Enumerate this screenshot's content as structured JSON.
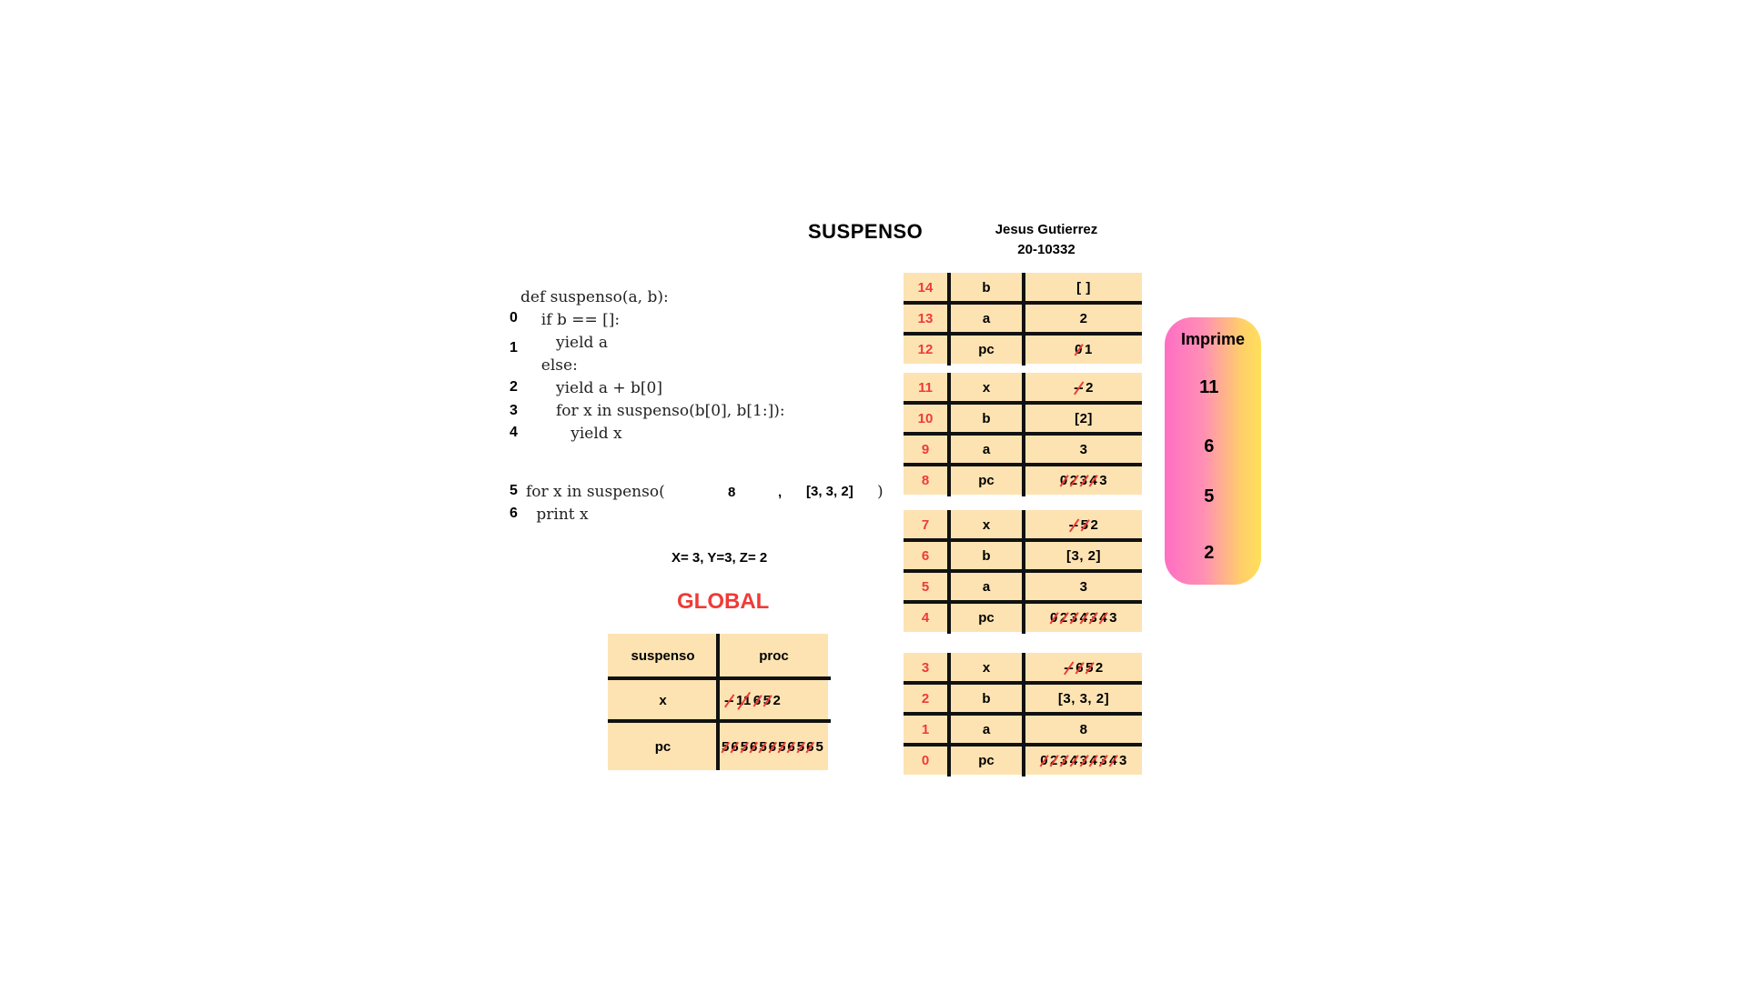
{
  "title": "SUSPENSO",
  "author": {
    "name": "Jesus Gutierrez",
    "id": "20-10332"
  },
  "code": {
    "lines": [
      {
        "num": "",
        "text": "def suspenso(a, b):"
      },
      {
        "num": "0",
        "text": "  if b == []:"
      },
      {
        "num": "1",
        "text": "     yield a"
      },
      {
        "num": "",
        "text": "  else:"
      },
      {
        "num": "2",
        "text": "     yield a + b[0]"
      },
      {
        "num": "3",
        "text": "     for x in suspenso(b[0], b[1:]):"
      },
      {
        "num": "4",
        "text": "        yield x"
      }
    ],
    "main": [
      {
        "num": "5",
        "text": "for x in suspenso("
      },
      {
        "num": "6",
        "text": " print x"
      }
    ],
    "arg_a": "8",
    "comma": ",",
    "arg_b": "[3, 3, 2]",
    "close_paren": ")",
    "assignment": "X= 3, Y=3, Z= 2"
  },
  "global": {
    "title": "GLOBAL",
    "headers": [
      "suspenso",
      "proc"
    ],
    "rows": [
      {
        "name": "x",
        "values": [
          {
            "v": "--",
            "s": true
          },
          {
            "v": "11",
            "s": true
          },
          {
            "v": "6",
            "s": true
          },
          {
            "v": "5",
            "s": true
          },
          {
            "v": "2",
            "s": false
          }
        ]
      },
      {
        "name": "pc",
        "values": [
          {
            "v": "5",
            "s": true
          },
          {
            "v": "6",
            "s": true
          },
          {
            "v": "5",
            "s": true
          },
          {
            "v": "6",
            "s": true
          },
          {
            "v": "5",
            "s": true
          },
          {
            "v": "6",
            "s": true
          },
          {
            "v": "5",
            "s": true
          },
          {
            "v": "6",
            "s": true
          },
          {
            "v": "5",
            "s": true
          },
          {
            "v": "6",
            "s": true
          },
          {
            "v": "5",
            "s": false
          }
        ]
      }
    ]
  },
  "stack": [
    {
      "rows": [
        {
          "idx": "14",
          "name": "b",
          "values": [
            {
              "v": "[ ]",
              "s": false
            }
          ]
        },
        {
          "idx": "13",
          "name": "a",
          "values": [
            {
              "v": "2",
              "s": false
            }
          ]
        },
        {
          "idx": "12",
          "name": "pc",
          "values": [
            {
              "v": "0",
              "s": true
            },
            {
              "v": "1",
              "s": false
            }
          ]
        }
      ]
    },
    {
      "rows": [
        {
          "idx": "11",
          "name": "x",
          "values": [
            {
              "v": "--",
              "s": true
            },
            {
              "v": "2",
              "s": false
            }
          ]
        },
        {
          "idx": "10",
          "name": "b",
          "values": [
            {
              "v": "[2]",
              "s": false
            }
          ]
        },
        {
          "idx": "9",
          "name": "a",
          "values": [
            {
              "v": "3",
              "s": false
            }
          ]
        },
        {
          "idx": "8",
          "name": "pc",
          "values": [
            {
              "v": "0",
              "s": true
            },
            {
              "v": "2",
              "s": true
            },
            {
              "v": "3",
              "s": true
            },
            {
              "v": "4",
              "s": true
            },
            {
              "v": "3",
              "s": false
            }
          ]
        }
      ]
    },
    {
      "rows": [
        {
          "idx": "7",
          "name": "x",
          "values": [
            {
              "v": "--",
              "s": true
            },
            {
              "v": "5",
              "s": true
            },
            {
              "v": "2",
              "s": false
            }
          ]
        },
        {
          "idx": "6",
          "name": "b",
          "values": [
            {
              "v": "[3, 2]",
              "s": false
            }
          ]
        },
        {
          "idx": "5",
          "name": "a",
          "values": [
            {
              "v": "3",
              "s": false
            }
          ]
        },
        {
          "idx": "4",
          "name": "pc",
          "values": [
            {
              "v": "0",
              "s": true
            },
            {
              "v": "2",
              "s": true
            },
            {
              "v": "3",
              "s": true
            },
            {
              "v": "4",
              "s": true
            },
            {
              "v": "3",
              "s": true
            },
            {
              "v": "4",
              "s": true
            },
            {
              "v": "3",
              "s": false
            }
          ]
        }
      ]
    },
    {
      "rows": [
        {
          "idx": "3",
          "name": "x",
          "values": [
            {
              "v": "--",
              "s": true
            },
            {
              "v": "6",
              "s": true
            },
            {
              "v": "5",
              "s": true
            },
            {
              "v": "2",
              "s": false
            }
          ]
        },
        {
          "idx": "2",
          "name": "b",
          "values": [
            {
              "v": "[3, 3, 2]",
              "s": false
            }
          ]
        },
        {
          "idx": "1",
          "name": "a",
          "values": [
            {
              "v": "8",
              "s": false
            }
          ]
        },
        {
          "idx": "0",
          "name": "pc",
          "values": [
            {
              "v": "0",
              "s": true
            },
            {
              "v": "2",
              "s": true
            },
            {
              "v": "3",
              "s": true
            },
            {
              "v": "4",
              "s": true
            },
            {
              "v": "3",
              "s": true
            },
            {
              "v": "4",
              "s": true
            },
            {
              "v": "3",
              "s": true
            },
            {
              "v": "4",
              "s": true
            },
            {
              "v": "3",
              "s": false
            }
          ]
        }
      ]
    }
  ],
  "imprime": {
    "title": "Imprime",
    "values": [
      "11",
      "6",
      "5",
      "2"
    ]
  },
  "colors": {
    "cell_bg": "#fde3b2",
    "index_red": "#ef3b36",
    "global_red": "#ef3b36",
    "strike_red": "#ef3b36"
  }
}
